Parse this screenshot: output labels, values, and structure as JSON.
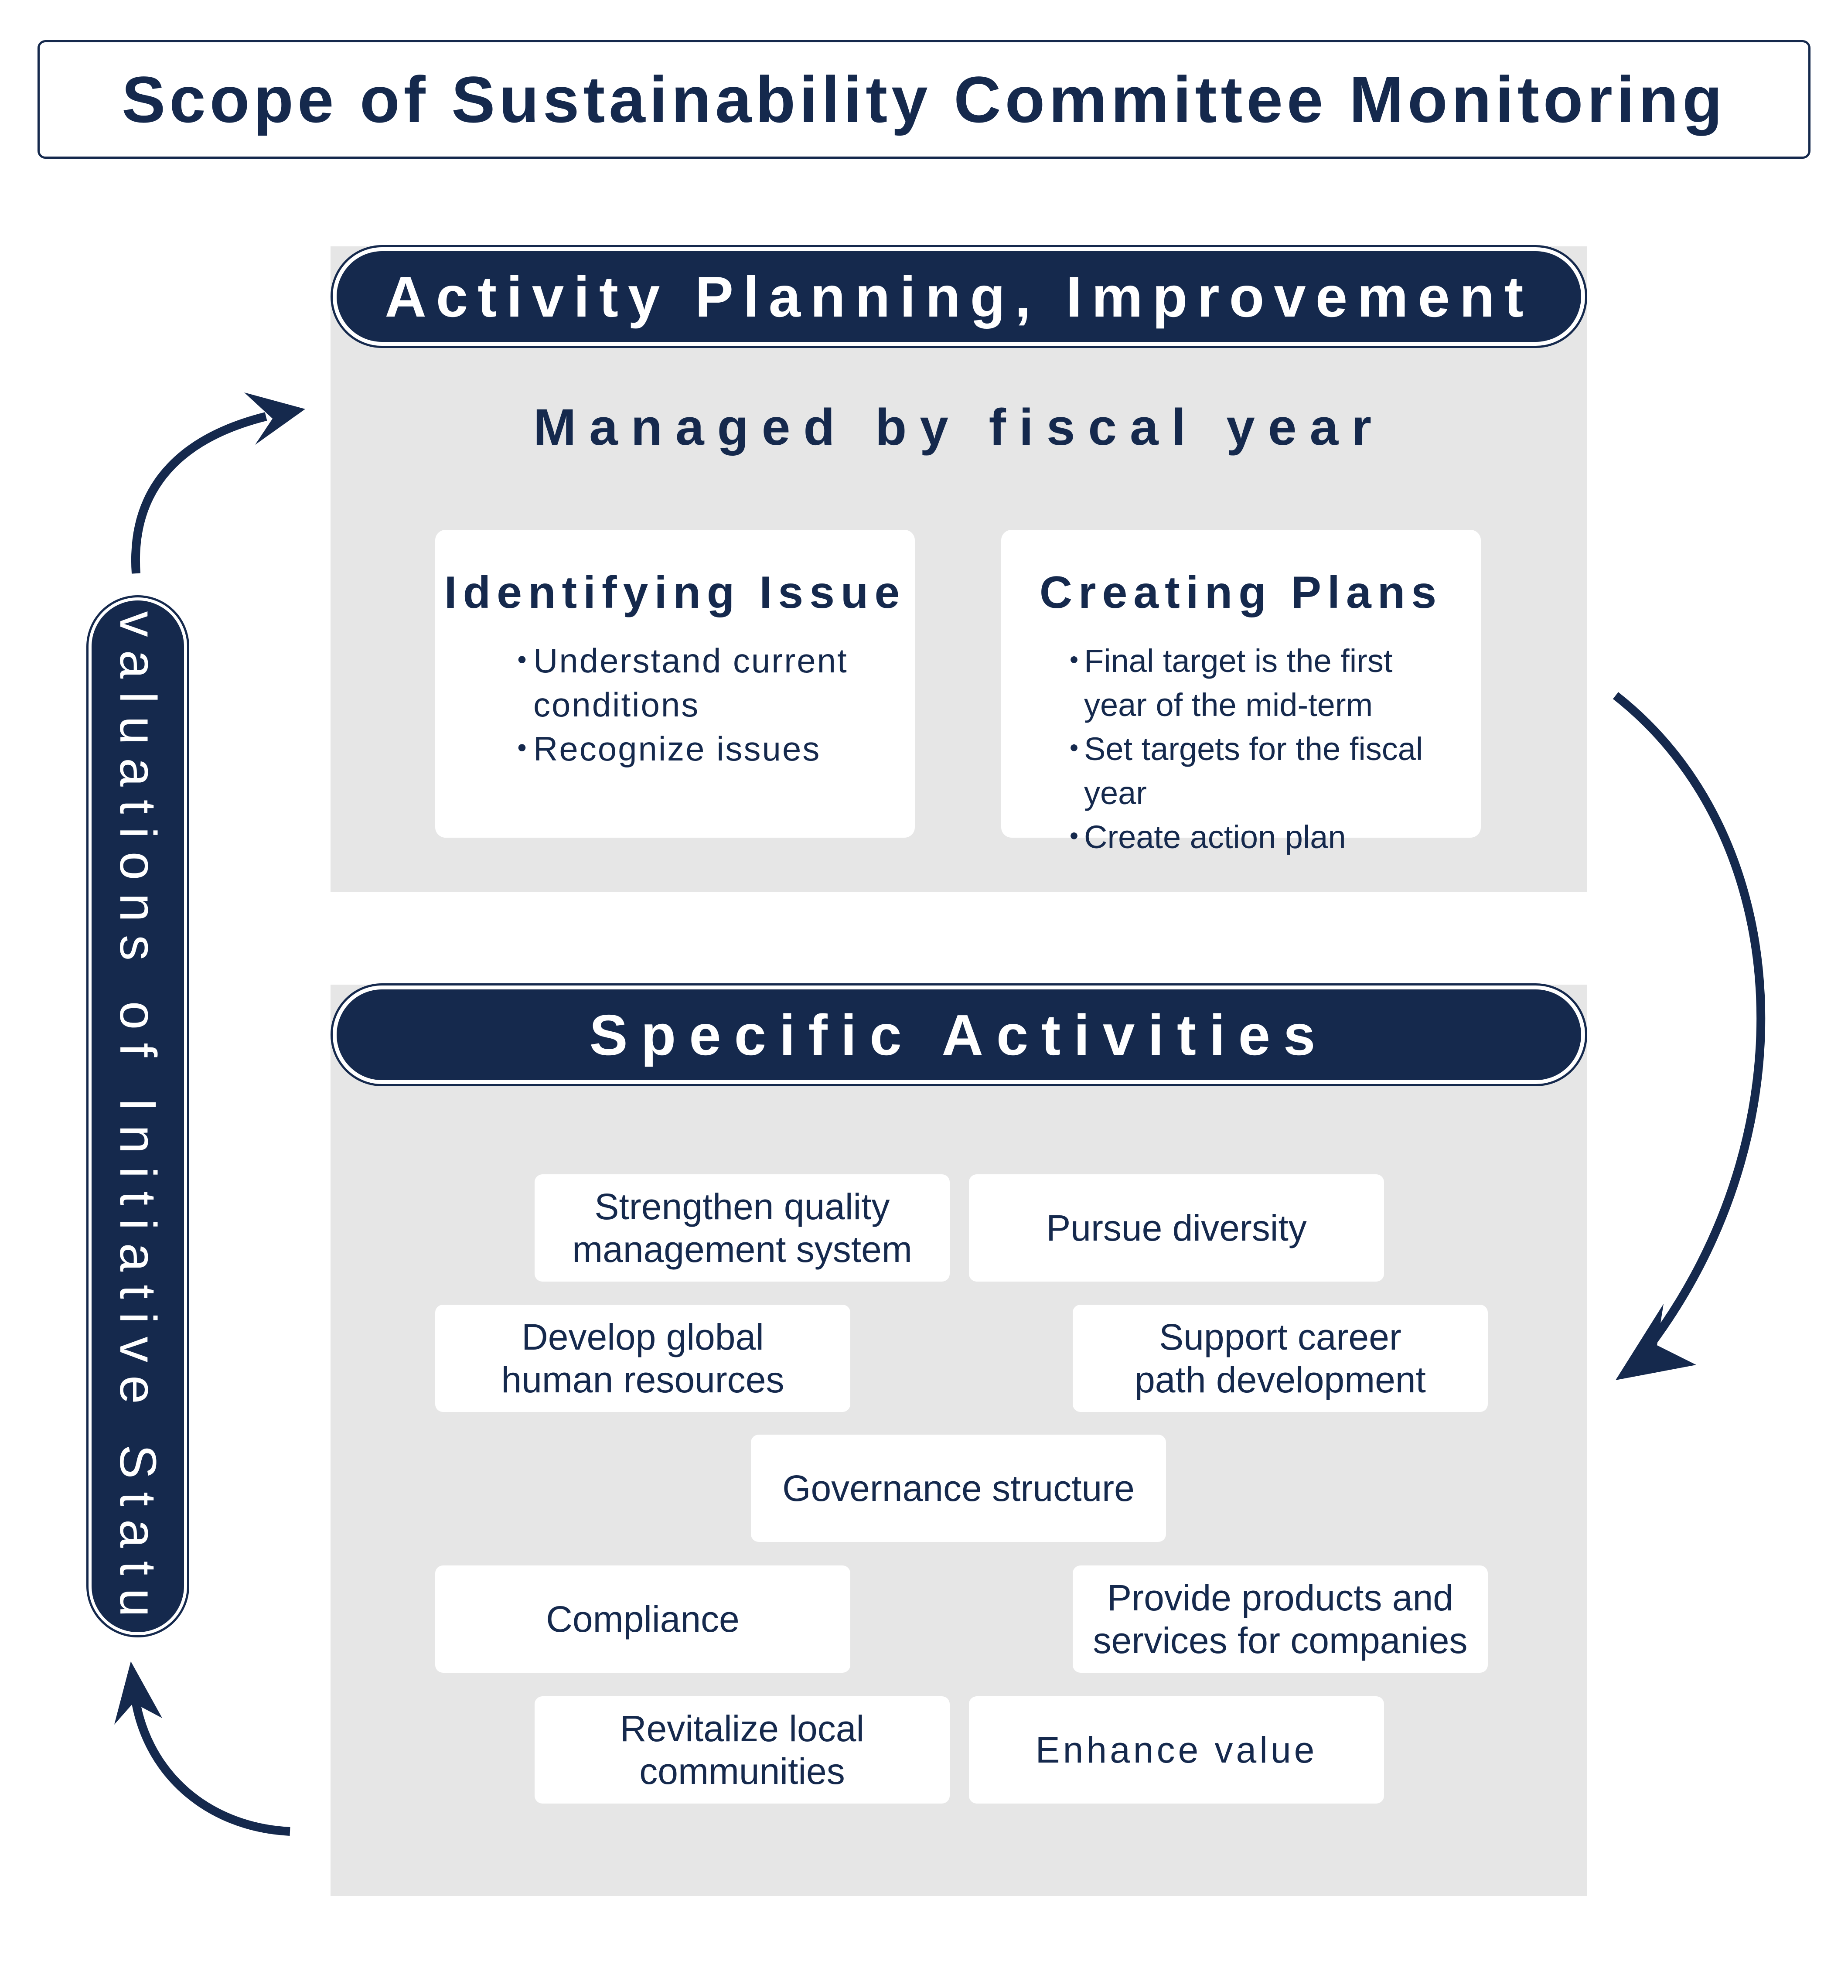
{
  "title": "Scope of Sustainability Committee Monitoring",
  "planning": {
    "header": "Activity Planning, Improvement",
    "subheading": "Managed by fiscal year",
    "identifying": {
      "title": "Identifying Issue",
      "bullets": [
        "Understand current conditions",
        "Recognize issues"
      ]
    },
    "creating": {
      "title": "Creating Plans",
      "bullets": [
        "Final target is the first year of the mid-term",
        "Set targets for the fiscal year",
        "Create action plan"
      ]
    }
  },
  "activities": {
    "header": "Specific Activities",
    "items": [
      "Strengthen quality management system",
      "Pursue diversity",
      "Develop global human resources",
      "Support career path development",
      "Governance structure",
      "Compliance",
      "Provide products and services for companies",
      "Revitalize local communities",
      "Enhance value"
    ]
  },
  "evaluation": "Evaluations of Initiative Status",
  "bullet_glyph": "・",
  "colors": {
    "navy": "#15294d",
    "panel_grey": "#e6e6e6",
    "card_white": "#ffffff"
  }
}
